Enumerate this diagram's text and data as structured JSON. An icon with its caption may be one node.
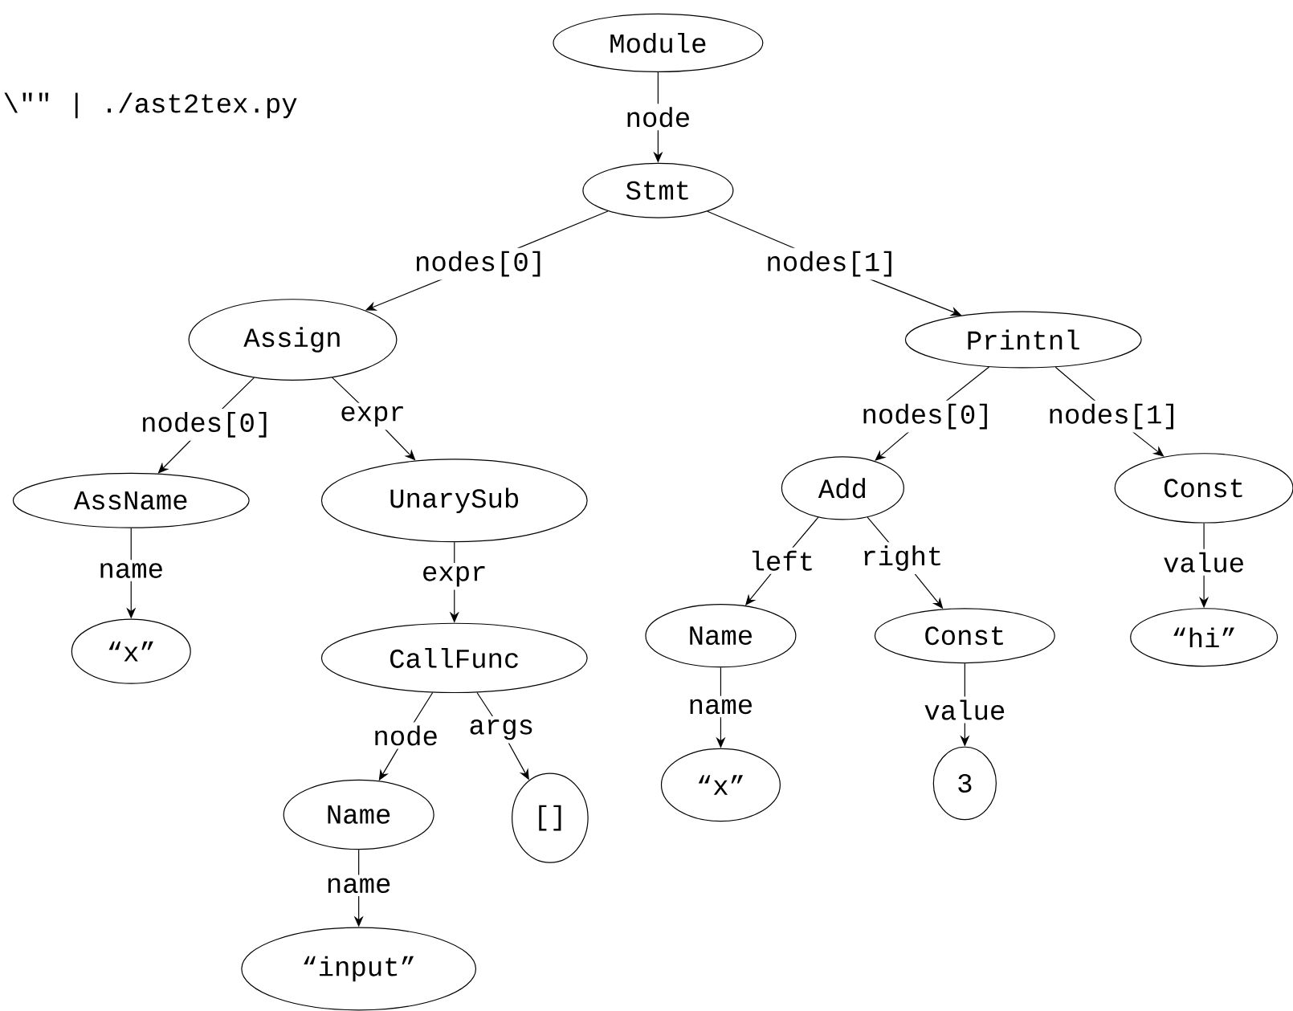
{
  "diagram": {
    "nodes": [
      {
        "text": [
          "Module"
        ]
      },
      {
        "text": [
          "Stmt"
        ]
      },
      {
        "text": [
          "Assign"
        ]
      },
      {
        "text": [
          "Printnl"
        ]
      },
      {
        "text": [
          "AssName"
        ]
      },
      {
        "text": [
          "UnarySub"
        ]
      },
      {
        "text": [
          "“x”"
        ]
      },
      {
        "text": [
          "CallFunc"
        ]
      },
      {
        "text": [
          "Name"
        ]
      },
      {
        "text": [
          "[]"
        ]
      },
      {
        "text": [
          "“input”"
        ]
      },
      {
        "text": [
          "Add"
        ]
      },
      {
        "text": [
          "Const"
        ]
      },
      {
        "text": [
          "Name"
        ]
      },
      {
        "text": [
          "Const"
        ]
      },
      {
        "text": [
          "“hi”"
        ]
      },
      {
        "text": [
          "“x”"
        ]
      },
      {
        "text": [
          "3"
        ]
      }
    ],
    "edges": [
      {
        "from": 0,
        "to": 1,
        "arrow": "to",
        "label": "node"
      },
      {
        "from": 1,
        "to": 2,
        "arrow": "to",
        "label": "nodes[0]"
      },
      {
        "from": 1,
        "to": 3,
        "arrow": "to",
        "label": "nodes[1]"
      },
      {
        "from": 2,
        "to": 4,
        "arrow": "to",
        "label": "nodes[0]"
      },
      {
        "from": 2,
        "to": 5,
        "arrow": "to",
        "label": "expr"
      },
      {
        "from": 4,
        "to": 6,
        "arrow": "to",
        "label": "name"
      },
      {
        "from": 5,
        "to": 7,
        "arrow": "to",
        "label": "expr"
      },
      {
        "from": 7,
        "to": 8,
        "arrow": "to",
        "label": "node"
      },
      {
        "from": 7,
        "to": 9,
        "arrow": "to",
        "label": "args"
      },
      {
        "from": 8,
        "to": 10,
        "arrow": "to",
        "label": "name"
      },
      {
        "from": 3,
        "to": 11,
        "arrow": "to",
        "label": "nodes[0]"
      },
      {
        "from": 3,
        "to": 12,
        "arrow": "to",
        "label": "nodes[1]"
      },
      {
        "from": 11,
        "to": 13,
        "arrow": "to",
        "label": "left"
      },
      {
        "from": 11,
        "to": 14,
        "arrow": "to",
        "label": "right"
      },
      {
        "from": 13,
        "to": 16,
        "arrow": "to",
        "label": "name"
      },
      {
        "from": 14,
        "to": 17,
        "arrow": "to",
        "label": "value"
      },
      {
        "from": 12,
        "to": 15,
        "arrow": "to",
        "label": "value"
      }
    ],
    "labels": [
      "\\\"\" | ./ast2tex.py"
    ]
  }
}
